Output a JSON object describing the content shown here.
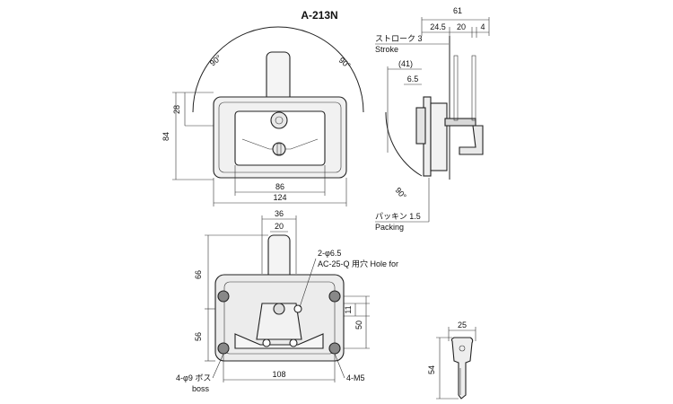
{
  "title": "A-213N",
  "front_view": {
    "angle_left": "90°",
    "angle_right": "90°",
    "dim_height": "84",
    "dim_handle": "28",
    "dim_inner_width": "86",
    "dim_width": "124"
  },
  "side_view": {
    "dim_total": "61",
    "dim_a": "24.5",
    "dim_b": "20",
    "dim_c": "4",
    "stroke_jp": "ストローク 3",
    "stroke_en": "Stroke",
    "dim_41": "(41)",
    "dim_6_5": "6.5",
    "angle": "90°",
    "packing_jp": "パッキン 1.5",
    "packing_en": "Packing"
  },
  "cutout_view": {
    "dim_36": "36",
    "dim_20": "20",
    "hole_label": "2-φ6.5",
    "hole_ref": "AC-25-Q 用穴  Hole for",
    "dim_66": "66",
    "dim_56": "56",
    "dim_11": "11",
    "dim_50": "50",
    "dim_108": "108",
    "boss_jp": "4-φ9 ボス",
    "boss_en": "boss",
    "screws": "4-M5"
  },
  "key_view": {
    "dim_width": "25",
    "dim_length": "54"
  }
}
